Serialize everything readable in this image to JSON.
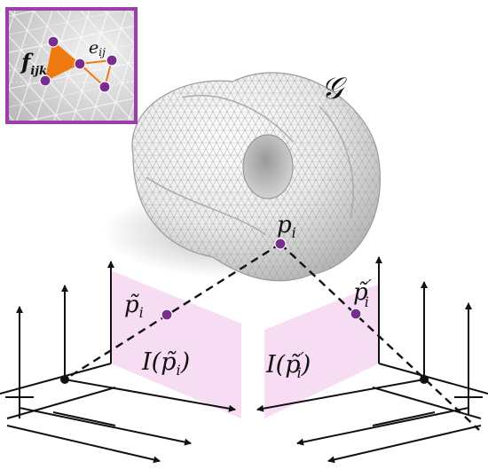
{
  "labels": {
    "graph_symbol": "𝒢",
    "face_label": "f",
    "face_subscript": "ijk",
    "edge_label": "e",
    "edge_subscript": "ij",
    "point_3d": "p",
    "point_3d_sub": "i",
    "proj_left": "p̃",
    "proj_left_sub": "i",
    "proj_right": "p̃",
    "proj_right_prime": "′",
    "proj_right_sub": "i",
    "image_left_open": "I(",
    "image_left_point": "p̃",
    "image_left_sub": "i",
    "image_left_close": ")",
    "image_right_open": "I(",
    "image_right_point": "p̃",
    "image_right_prime": "′",
    "image_right_sub": "i",
    "image_right_close": ")"
  },
  "colors": {
    "accent_purple": "#7b2c8f",
    "inset_border": "#9c3fa8",
    "face_orange": "#f07a12",
    "image_plane": "#f6ddf3",
    "mesh_gray": "#b9b9b9",
    "axis_black": "#111111"
  }
}
